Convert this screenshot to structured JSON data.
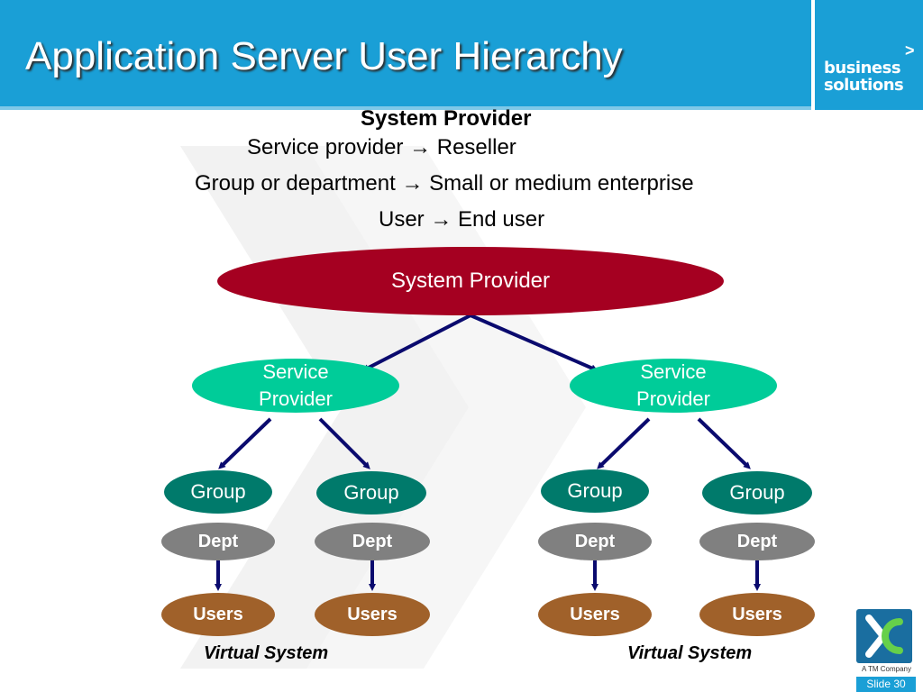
{
  "header": {
    "title": "Application Server User Hierarchy",
    "logo_line1": "business",
    "logo_line2": "solutions"
  },
  "mapping": {
    "heading": "System Provider",
    "lines": [
      {
        "left": "Service provider",
        "arrow": "→",
        "right": "Reseller"
      },
      {
        "left": "Group or department",
        "arrow": "→",
        "right": "Small or medium enterprise"
      },
      {
        "left": "User",
        "arrow": "→",
        "right": "End user"
      }
    ]
  },
  "diagram": {
    "root": "System Provider",
    "service_provider_line1": "Service",
    "service_provider_line2": "Provider",
    "group": "Group",
    "dept": "Dept",
    "users": "Users",
    "virtual_system": "Virtual System"
  },
  "colors": {
    "header": "#1a9fd6",
    "root": "#a50021",
    "service_provider": "#00cc99",
    "group": "#007a6b",
    "dept": "#808080",
    "users": "#a0612a",
    "connector": "#0a0a6e"
  },
  "footer": {
    "company": "A TM Company",
    "slide": "Slide 30"
  }
}
